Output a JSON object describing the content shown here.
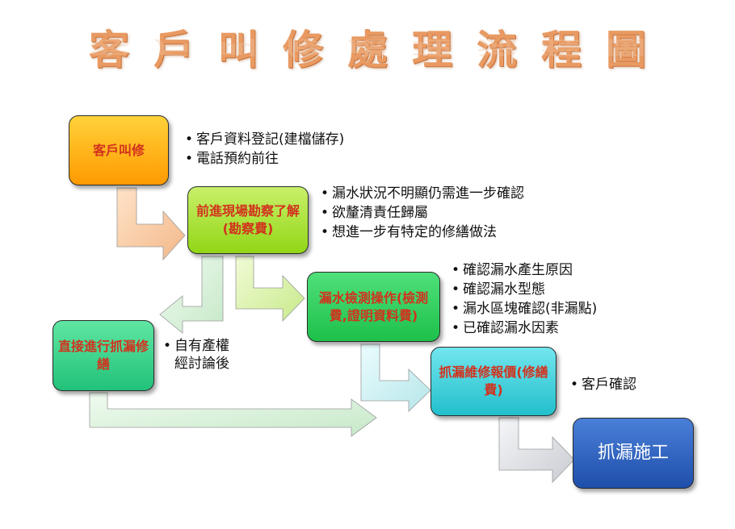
{
  "title": "客戶叫修處理流程圖",
  "steps": [
    {
      "id": "s1",
      "label": "客戶叫修"
    },
    {
      "id": "s2",
      "label": "前進現場勘察了解(勘察費)"
    },
    {
      "id": "s3",
      "label": "漏水檢測操作(檢測費,證明資料費)"
    },
    {
      "id": "s4",
      "label": "直接進行抓漏修繕"
    },
    {
      "id": "s5",
      "label": "抓漏維修報價(修繕費)"
    },
    {
      "id": "s6",
      "label": "抓漏施工"
    }
  ],
  "notes": {
    "s1": [
      "客戶資料登記(建檔儲存)",
      "電話預約前往"
    ],
    "s2": [
      "漏水狀況不明顯仍需進一步確認",
      "欲釐清責任歸屬",
      "想進一步有特定的修繕做法"
    ],
    "s3": [
      "確認漏水產生原因",
      "確認漏水型態",
      "漏水區塊確認(非漏點)",
      "已確認漏水因素"
    ],
    "s5": [
      "客戶確認"
    ],
    "s4_condition": [
      "自有產權",
      "經討論後"
    ]
  },
  "colors": {
    "title": "#e89a62",
    "step1": "#ffb000",
    "step2": "#a8e030",
    "step3": "#2ecc5a",
    "step4": "#3cd68c",
    "step5": "#3fd2dc",
    "step6": "#2a62c4"
  }
}
